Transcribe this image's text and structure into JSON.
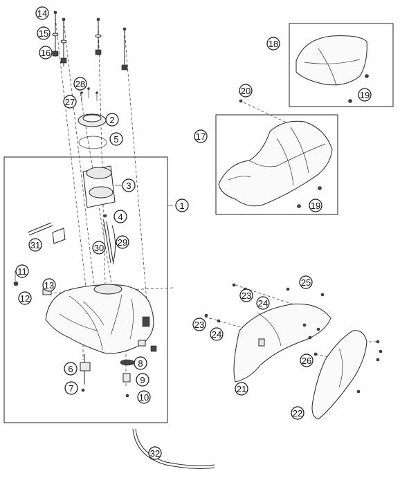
{
  "callouts": [
    {
      "id": "c14",
      "label": "14"
    },
    {
      "id": "c15",
      "label": "15"
    },
    {
      "id": "c16",
      "label": "16"
    },
    {
      "id": "c28",
      "label": "28"
    },
    {
      "id": "c27",
      "label": "27"
    },
    {
      "id": "c2",
      "label": "2"
    },
    {
      "id": "c5",
      "label": "5"
    },
    {
      "id": "c3",
      "label": "3"
    },
    {
      "id": "c1",
      "label": "1"
    },
    {
      "id": "c4",
      "label": "4"
    },
    {
      "id": "c31",
      "label": "31"
    },
    {
      "id": "c30",
      "label": "30"
    },
    {
      "id": "c29",
      "label": "29"
    },
    {
      "id": "c11",
      "label": "11"
    },
    {
      "id": "c13",
      "label": "13"
    },
    {
      "id": "c12",
      "label": "12"
    },
    {
      "id": "c6",
      "label": "6"
    },
    {
      "id": "c8",
      "label": "8"
    },
    {
      "id": "c9",
      "label": "9"
    },
    {
      "id": "c7",
      "label": "7"
    },
    {
      "id": "c10",
      "label": "10"
    },
    {
      "id": "c32",
      "label": "32"
    },
    {
      "id": "c18",
      "label": "18"
    },
    {
      "id": "c19a",
      "label": "19"
    },
    {
      "id": "c20",
      "label": "20"
    },
    {
      "id": "c17",
      "label": "17"
    },
    {
      "id": "c19b",
      "label": "19"
    },
    {
      "id": "c25",
      "label": "25"
    },
    {
      "id": "c23a",
      "label": "23"
    },
    {
      "id": "c24a",
      "label": "24"
    },
    {
      "id": "c23b",
      "label": "23"
    },
    {
      "id": "c24b",
      "label": "24"
    },
    {
      "id": "c26",
      "label": "26"
    },
    {
      "id": "c21",
      "label": "21"
    },
    {
      "id": "c22",
      "label": "22"
    }
  ]
}
